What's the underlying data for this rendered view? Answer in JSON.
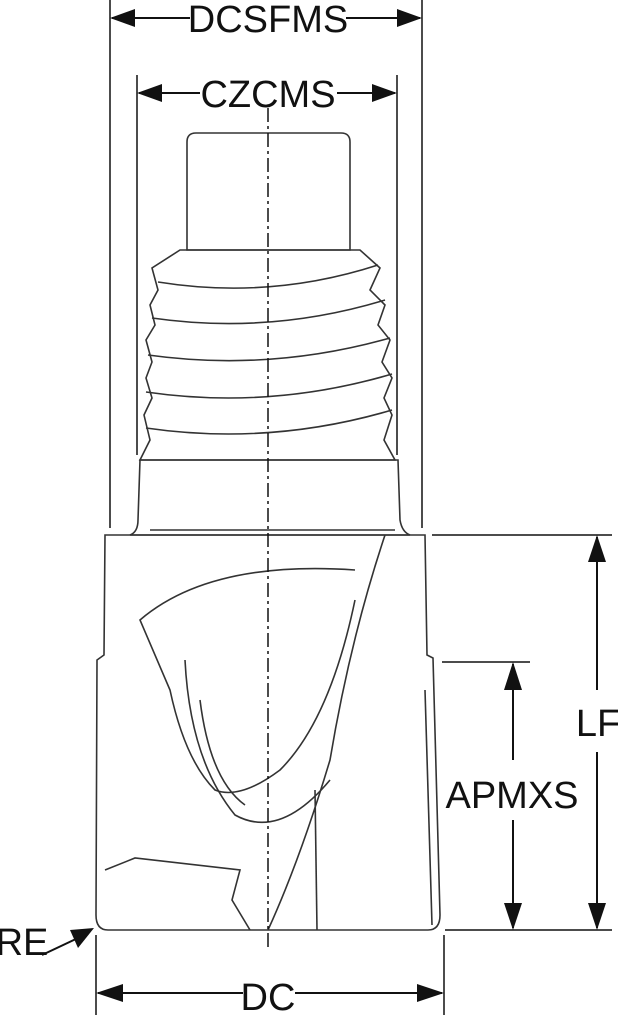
{
  "dimensions": {
    "dcsfms": "DCSFMS",
    "czcms": "CZCMS",
    "lf": "LF",
    "apmxs": "APMXS",
    "re": "RE",
    "dc": "DC"
  },
  "colors": {
    "body": "#a8a8a8",
    "line": "#111111"
  }
}
